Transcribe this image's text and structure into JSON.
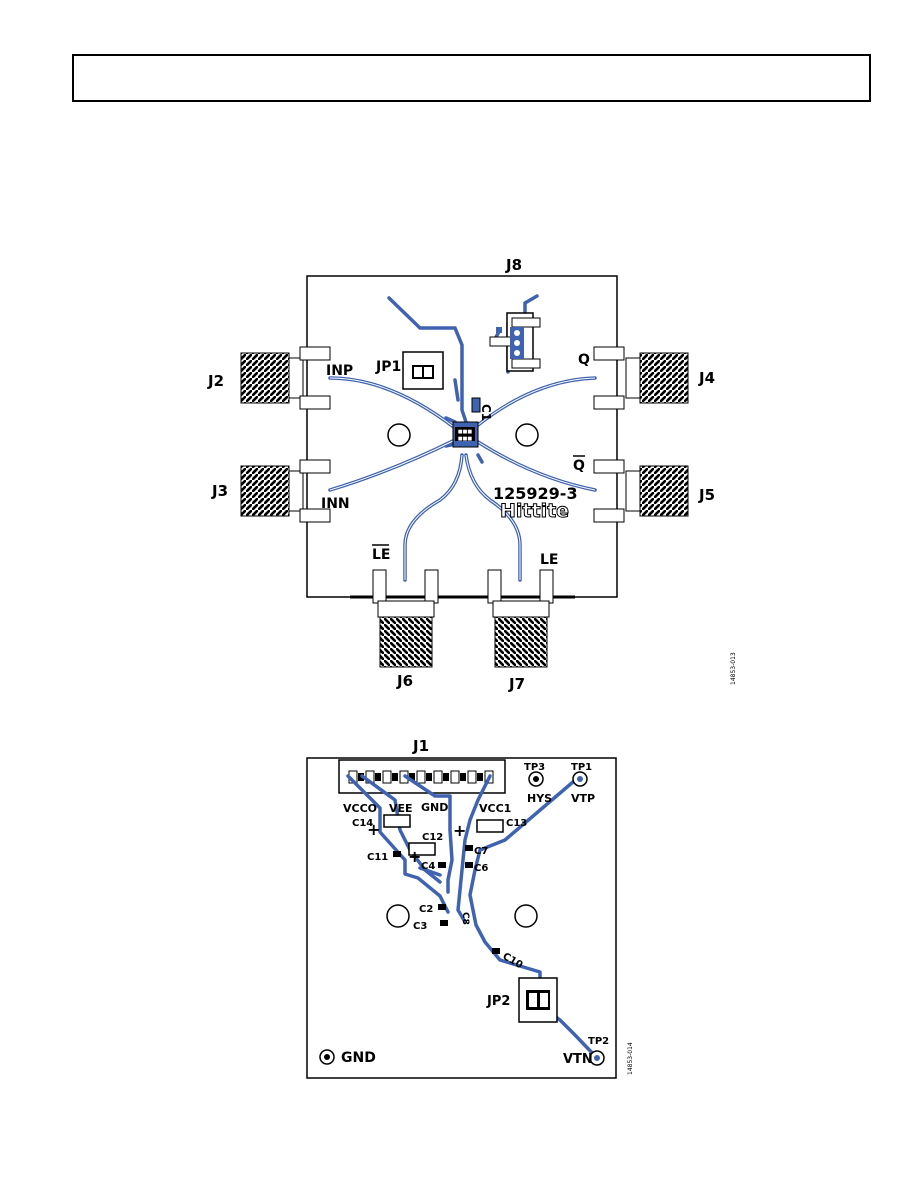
{
  "top_board": {
    "connectors": {
      "j8": "J8",
      "j2": "J2",
      "j3": "J3",
      "j4": "J4",
      "j5": "J5",
      "j6": "J6",
      "j7": "J7"
    },
    "signals": {
      "inp": "INP",
      "inn": "INN",
      "q": "Q",
      "qbar": "Q",
      "lebar": "LE",
      "le": "LE"
    },
    "jumper": "JP1",
    "capacitor": "C1",
    "board_number": "125929-3",
    "logo_text": "Hittite",
    "figure_number": "14853-013"
  },
  "bottom_board": {
    "header": "J1",
    "pins": {
      "vcco": "VCCO",
      "vee": "VEE",
      "gnd": "GND",
      "vcc1": "VCC1"
    },
    "test_points": {
      "tp3": "TP3",
      "hys": "HYS",
      "tp1": "TP1",
      "vtp": "VTP",
      "tp2": "TP2",
      "vtn": "VTN",
      "gnd": "GND"
    },
    "jumper": "JP2",
    "components": {
      "c14": "C14",
      "c12": "C12",
      "c13": "C13",
      "c11": "C11",
      "c4": "C4",
      "c7": "C7",
      "c6": "C6",
      "c2": "C2",
      "c3": "C3",
      "c8": "C8",
      "c10": "C10"
    },
    "figure_number": "14853-014"
  },
  "colors": {
    "trace": "#3f63b0",
    "outline": "#000000",
    "silkscreen": "#ffffff"
  }
}
